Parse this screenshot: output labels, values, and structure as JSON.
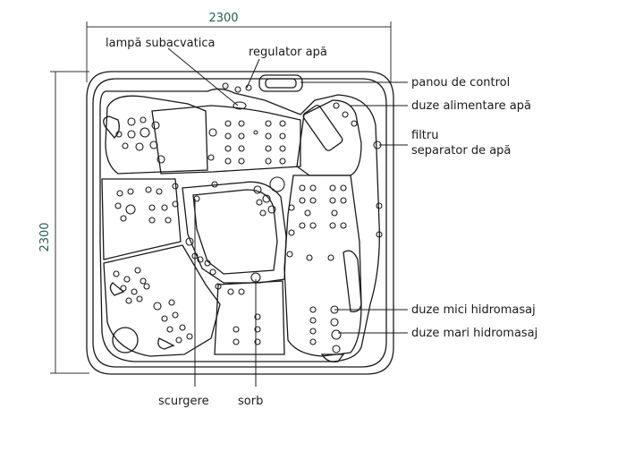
{
  "dimensions": {
    "width": "2300",
    "height": "2300"
  },
  "labels": {
    "underwater_lamp": "lampă subacvatica",
    "water_regulator": "regulator apă",
    "control_panel": "panou de control",
    "water_supply_jets": "duze alimentare apă",
    "filter_line1": "filtru",
    "filter_line2": "separator de apă",
    "small_jets": "duze mici hidromasaj",
    "large_jets": "duze mari hidromasaj",
    "drain": "scurgere",
    "suction": "sorb"
  },
  "colors": {
    "line": "#1a1a1a",
    "dimension_text": "#1f5f52"
  }
}
